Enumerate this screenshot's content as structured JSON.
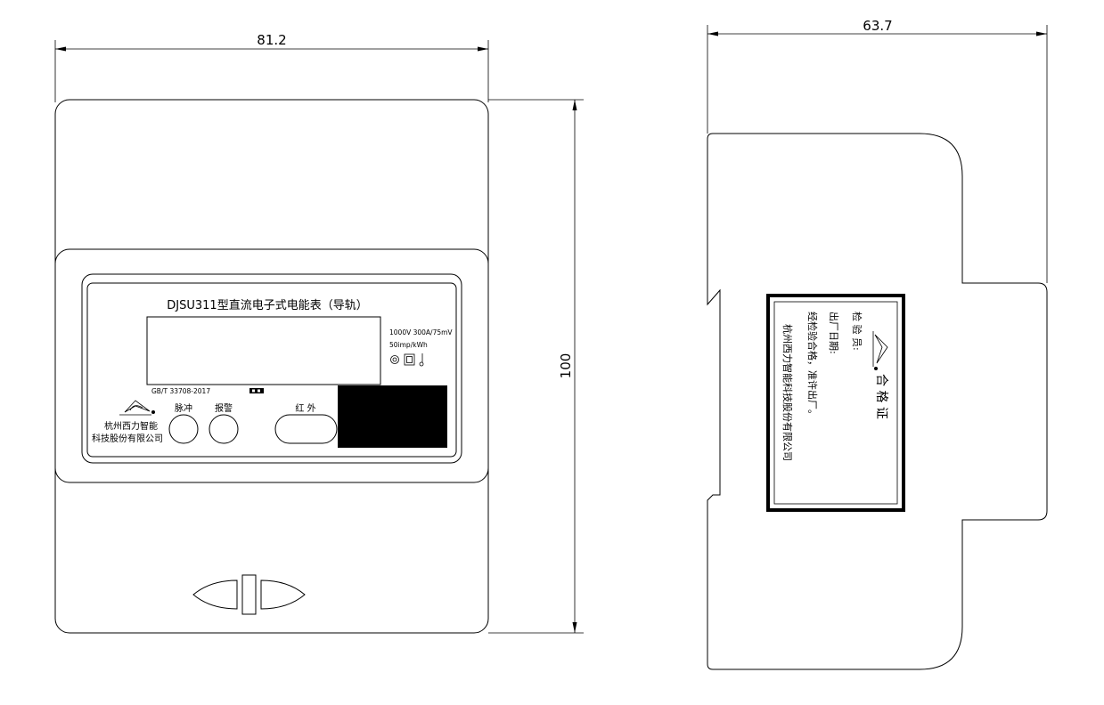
{
  "dimensions": {
    "front_width": "81.2",
    "front_height": "100",
    "side_width": "63.7"
  },
  "front_panel": {
    "title": "DJSU311型直流电子式电能表（导轨）",
    "spec_voltage_current": "1000V 300A/75mV",
    "spec_constant": "50imp/kWh",
    "standard": "GB/T 33708-2017",
    "company_line1": "杭州西力智能",
    "company_line2": "科技股份有限公司",
    "pulse_label": "脉冲",
    "alarm_label": "报警",
    "infrared_label": "红 外"
  },
  "certificate": {
    "title": "合 格 证",
    "inspector": "检 验 员:",
    "date": "出厂日期:",
    "approved": "经检验合格，准许出厂。",
    "company": "杭州西力智能科技股份有限公司"
  },
  "colors": {
    "line": "#000000",
    "qr_block": "#000000",
    "background": "#ffffff"
  }
}
